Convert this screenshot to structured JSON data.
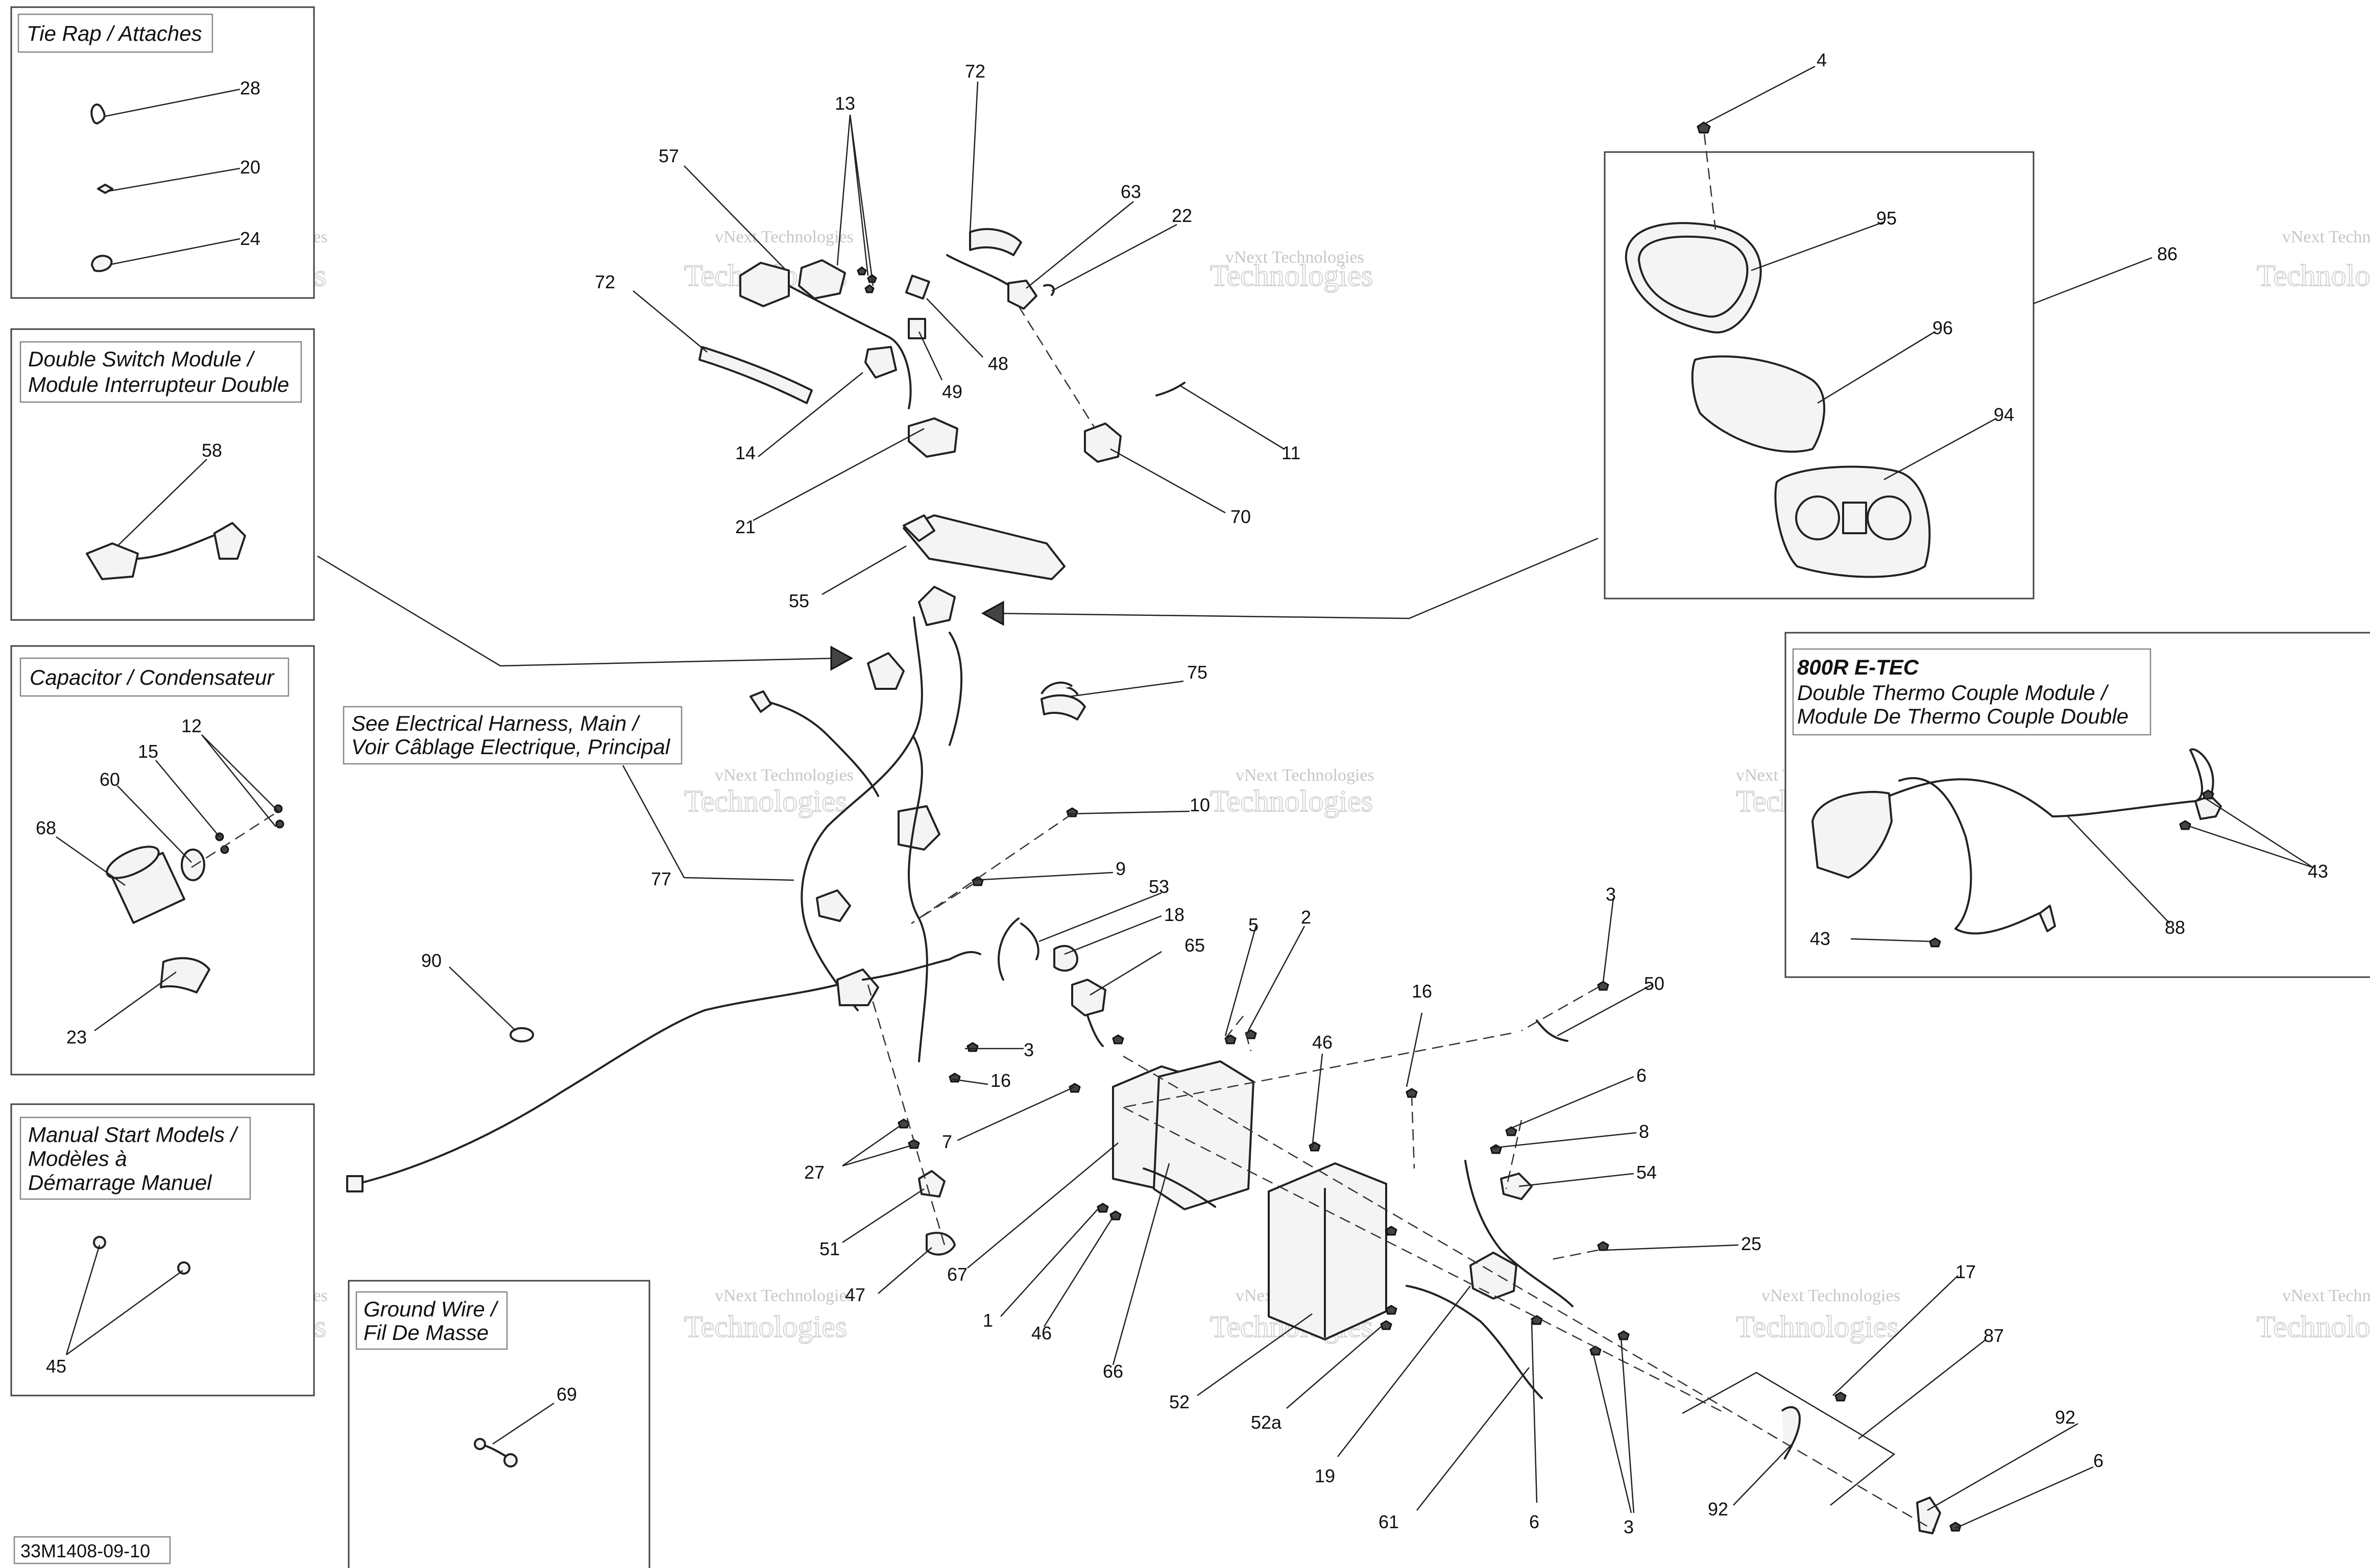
{
  "insets": {
    "tie_rap": "Tie Rap / Attaches",
    "double_switch": [
      "Double Switch Module /",
      "Module Interrupteur Double"
    ],
    "capacitor": "Capacitor / Condensateur",
    "manual_start": [
      "Manual Start Models /",
      "Modèles à",
      "Démarrage Manuel"
    ],
    "ground_wire": [
      "Ground Wire /",
      "Fil De Masse"
    ],
    "see_harness": [
      "See Electrical Harness, Main /",
      "Voir Câblage Electrique, Principal"
    ],
    "thermo_model": "800R E-TEC",
    "thermo_title": [
      "Double Thermo Couple Module /",
      "Module De Thermo Couple Double"
    ]
  },
  "watermark": {
    "line1": "vNext Technologies",
    "line2": "Technologies"
  },
  "reference": "33M1408-09-10",
  "callouts": {
    "tie_rap": [
      "28",
      "20",
      "24"
    ],
    "double_switch": [
      "58"
    ],
    "capacitor": [
      "12",
      "15",
      "60",
      "68",
      "23"
    ],
    "manual_start": [
      "45"
    ],
    "ground_wire": [
      "69"
    ],
    "main_top": [
      "13",
      "72",
      "57",
      "63",
      "22",
      "72",
      "48",
      "49",
      "14",
      "11",
      "21",
      "70",
      "55",
      "75"
    ],
    "main_mid": [
      "10",
      "9",
      "77",
      "53",
      "18",
      "65",
      "90",
      "3",
      "16",
      "5",
      "2",
      "7",
      "27",
      "51",
      "47",
      "67",
      "1",
      "46",
      "66",
      "46",
      "16",
      "3",
      "50",
      "6",
      "8",
      "54",
      "25",
      "52",
      "52a",
      "19",
      "61",
      "6",
      "3",
      "17",
      "87",
      "92",
      "92",
      "6"
    ],
    "gauge": [
      "4",
      "95",
      "86",
      "96",
      "94"
    ],
    "thermo": [
      "43",
      "43",
      "88"
    ]
  }
}
